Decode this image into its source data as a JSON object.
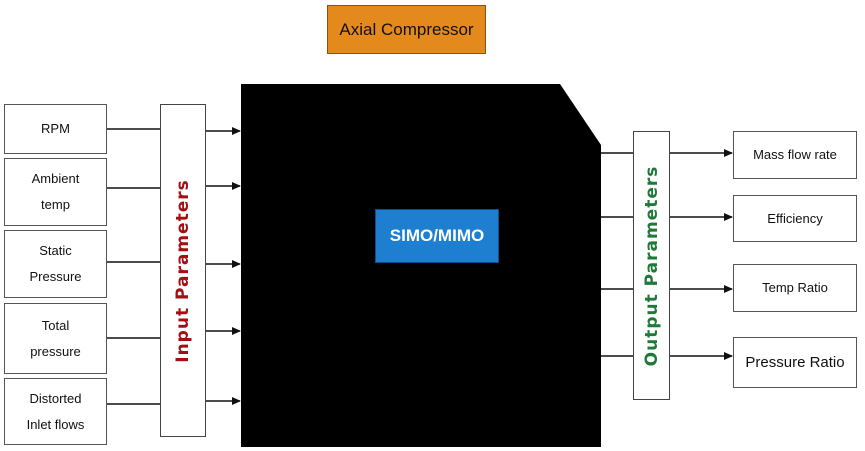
{
  "title": "Axial Compressor",
  "input_group": {
    "label": "Input Parameters",
    "items": [
      {
        "lines": [
          "RPM"
        ]
      },
      {
        "lines": [
          "Ambient",
          "temp"
        ]
      },
      {
        "lines": [
          "Static",
          "Pressure"
        ]
      },
      {
        "lines": [
          "Total",
          "pressure"
        ]
      },
      {
        "lines": [
          "Distorted",
          "Inlet flows"
        ]
      }
    ]
  },
  "output_group": {
    "label": "Output Parameters",
    "items": [
      {
        "lines": [
          "Mass flow rate"
        ]
      },
      {
        "lines": [
          "Efficiency"
        ]
      },
      {
        "lines": [
          "Temp Ratio"
        ]
      },
      {
        "lines": [
          "Pressure Ratio"
        ]
      }
    ]
  },
  "model_label": "SIMO/MIMO",
  "colors": {
    "title_fill": "#e48a1c",
    "core_fill": "#000000",
    "model_fill": "#1e7fd1",
    "input_label": "#a30f12",
    "output_label": "#1f7a3a"
  }
}
